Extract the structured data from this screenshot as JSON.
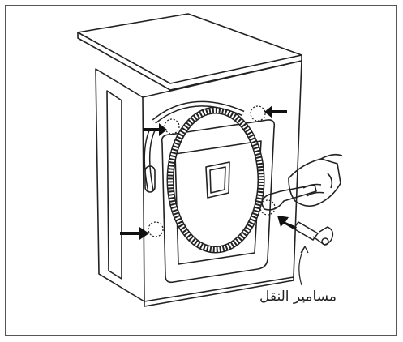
{
  "figure": {
    "caption": "مسامير النقل",
    "colors": {
      "outline": "#222222",
      "frame": "#555555",
      "background": "#ffffff",
      "arrow": "#111111"
    },
    "icons": [
      "washing-machine",
      "drain-hose",
      "wrench-hand",
      "transport-bolt",
      "arrow"
    ]
  }
}
